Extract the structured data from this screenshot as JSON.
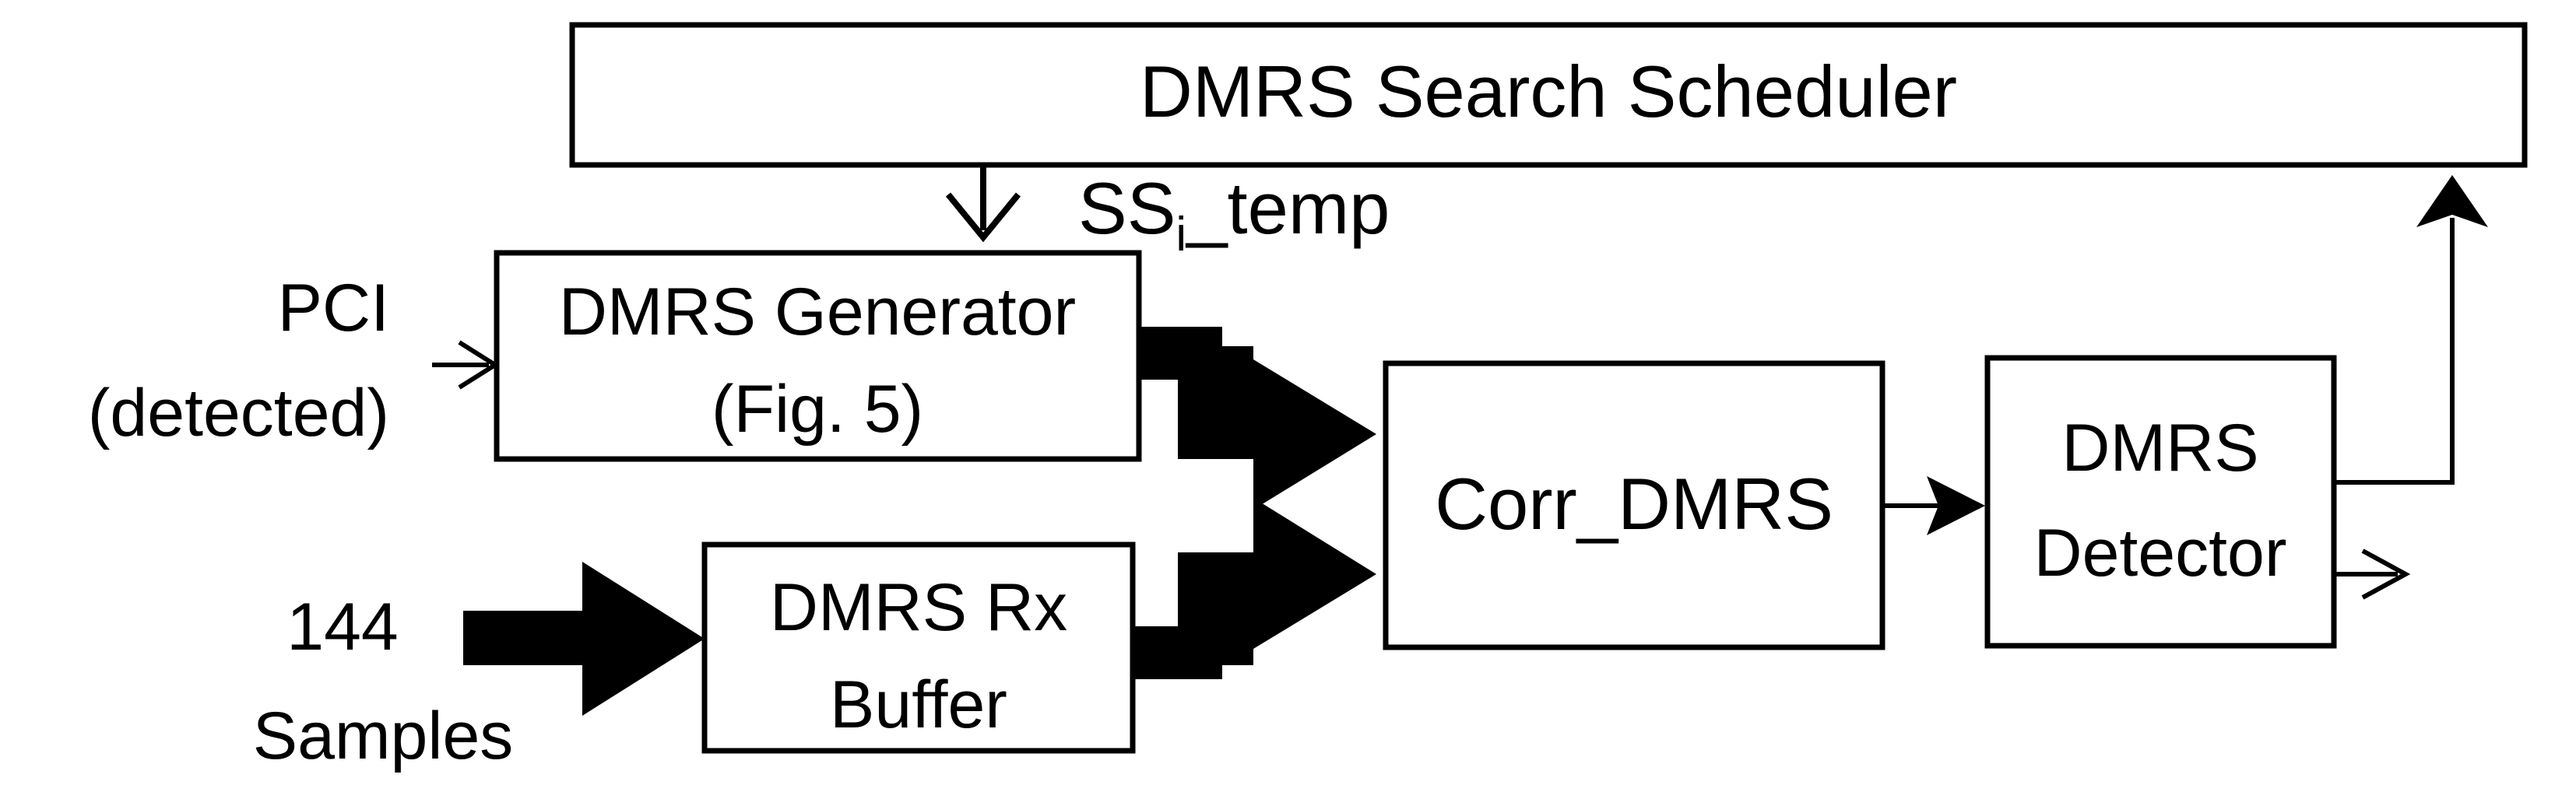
{
  "blocks": {
    "scheduler": "DMRS Search Scheduler",
    "generator": {
      "line1": "DMRS Generator",
      "line2": "(Fig. 5)"
    },
    "rx_buffer": {
      "line1": "DMRS Rx",
      "line2": "Buffer"
    },
    "correlator": "Corr_DMRS",
    "detector": {
      "line1": "DMRS",
      "line2": "Detector"
    }
  },
  "inputs": {
    "pci": {
      "line1": "PCI",
      "line2": "(detected)"
    },
    "samples": {
      "line1": "144",
      "line2": "Samples"
    }
  },
  "signals": {
    "ss_temp": {
      "base": "SS",
      "subscript": "i",
      "suffix": "_temp"
    }
  }
}
